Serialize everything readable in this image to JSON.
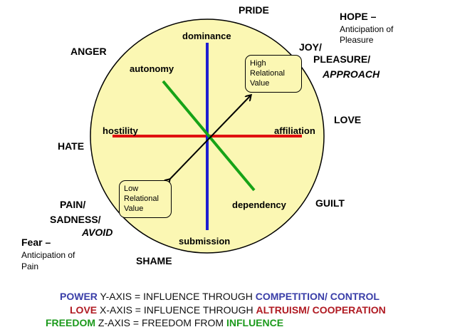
{
  "diagram": {
    "axis_labels": {
      "dominance": "dominance",
      "submission": "submission",
      "hostility": "hostility",
      "affiliation": "affiliation",
      "autonomy": "autonomy",
      "dependency": "dependency"
    },
    "boxes": {
      "high": [
        "High",
        "Relational",
        "Value"
      ],
      "low": [
        "Low",
        "Relational",
        "Value"
      ]
    },
    "emotions": {
      "pride": "PRIDE",
      "anger": "ANGER",
      "joy": "JOY/",
      "pleasure": "PLEASURE/",
      "approach": "APPROACH",
      "love": "LOVE",
      "hate": "HATE",
      "guilt": "GUILT",
      "pain": "PAIN/",
      "sadness": "SADNESS/",
      "avoid": "AVOID",
      "shame": "SHAME"
    },
    "notes": {
      "hope_title": "HOPE –",
      "hope_line1": "Anticipation of",
      "hope_line2": "Pleasure",
      "fear_title": "Fear –",
      "fear_line1": "Anticipation of",
      "fear_line2": "Pain"
    },
    "colors": {
      "circle_fill": "#fbf7b3",
      "y_axis": "#1f1fd1",
      "x_axis": "#e01010",
      "z_axis": "#17a317",
      "power": "#3a3ea8",
      "love": "#b01a22",
      "freedom": "#1c9a1c"
    }
  },
  "legend": {
    "line1": {
      "key": "POWER",
      "text": " Y-AXIS = INFLUENCE THROUGH ",
      "emph": "COMPETITION/ CONTROL"
    },
    "line2": {
      "key": "LOVE",
      "text": " X-AXIS = INFLUENCE THROUGH ",
      "emph": "ALTRUISM/ COOPERATION"
    },
    "line3": {
      "key": "FREEDOM",
      "text": " Z-AXIS = FREEDOM FROM ",
      "emph": "INFLUENCE"
    }
  }
}
